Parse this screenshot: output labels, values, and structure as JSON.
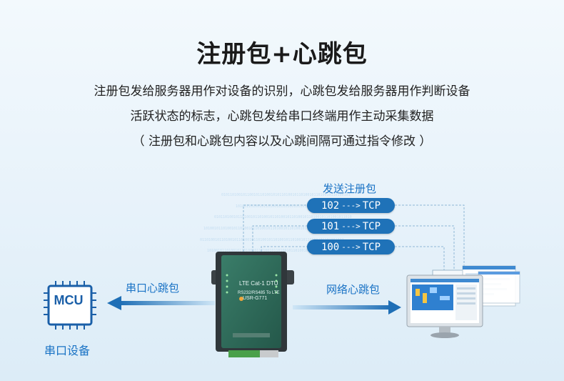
{
  "title": "注册包+心跳包",
  "description": {
    "line1": "注册包发给服务器用作对设备的识别，心跳包发给服务器用作判断设备",
    "line2": "活跃状态的标志，心跳包发给串口终端用作主动采集数据",
    "line3": "（ 注册包和心跳包内容以及心跳间隔可通过指令修改 ）"
  },
  "diagram": {
    "packet_title": "发送注册包",
    "packets": [
      {
        "id": "102",
        "arrow": "--->",
        "protocol": "TCP"
      },
      {
        "id": "101",
        "arrow": "--->",
        "protocol": "TCP"
      },
      {
        "id": "100",
        "arrow": "--->",
        "protocol": "TCP"
      }
    ],
    "serial_heartbeat": "串口心跳包",
    "network_heartbeat": "网络心跳包",
    "mcu_label": "MCU",
    "mcu_caption": "串口设备",
    "device": {
      "line1": "LTE Cat-1 DTU",
      "line2": "RS232/RS485 To LTE",
      "model": "USR-G771"
    }
  },
  "colors": {
    "accent": "#1f72b8",
    "text_blue": "#1a73c5",
    "device_green": "#2f6d5a"
  }
}
